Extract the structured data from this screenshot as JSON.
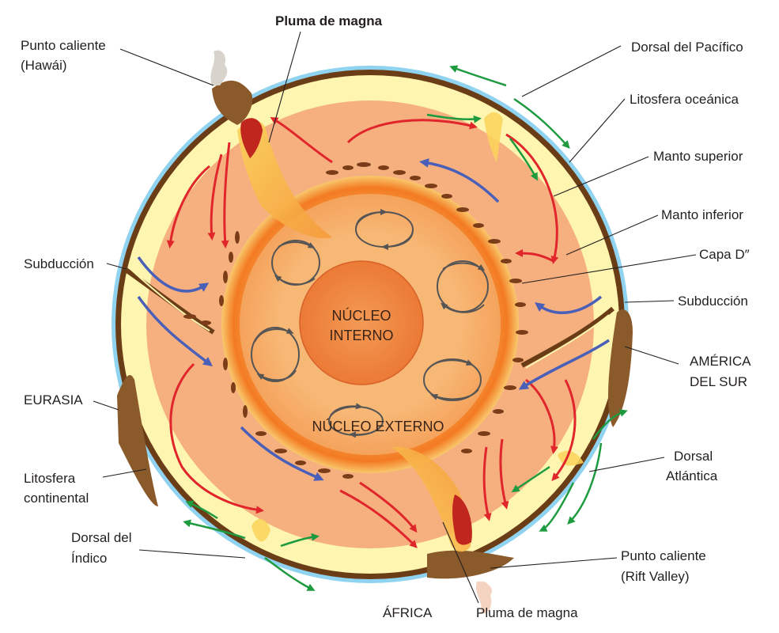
{
  "labels": {
    "punto_caliente_hawai_1": "Punto caliente",
    "punto_caliente_hawai_2": "(Hawái)",
    "pluma_top": "Pluma de magna",
    "dorsal_pacifico": "Dorsal del Pacífico",
    "litosfera_oceanica": "Litosfera oceánica",
    "manto_superior": "Manto superior",
    "manto_inferior": "Manto inferior",
    "capa_d": "Capa D″",
    "subduccion_left": "Subducción",
    "subduccion_right": "Subducción",
    "america_1": "AMÉRICA",
    "america_2": "DEL SUR",
    "eurasia": "EURASIA",
    "litosfera_continental_1": "Litosfera",
    "litosfera_continental_2": "continental",
    "dorsal_atlantica_1": "Dorsal",
    "dorsal_atlantica_2": "Atlántica",
    "dorsal_indico_1": "Dorsal del",
    "dorsal_indico_2": "Índico",
    "punto_caliente_rift_1": "Punto caliente",
    "punto_caliente_rift_2": "(Rift Valley)",
    "africa": "ÁFRICA",
    "pluma_bottom": "Pluma de magna",
    "nucleo_interno_1": "NÚCLEO",
    "nucleo_interno_2": "INTERNO",
    "nucleo_externo": "NÚCLEO EXTERNO"
  },
  "colors": {
    "ocean_blue": "#8fd3f0",
    "crust_brown": "#6b3d16",
    "continent_brown": "#8a5a2b",
    "upper_mantle": "#fdf5b0",
    "lower_mantle": "#f6b07f",
    "d_layer": "#f58a3a",
    "outer_core": "#f7b775",
    "inner_core": "#f0843f",
    "hot_arrow": "#e0252b",
    "cold_arrow": "#4a5fb8",
    "plate_arrow": "#1e9a3f",
    "core_arrow": "#555555"
  },
  "icons": {
    "red_arrow": "arrow-convection-hot",
    "blue_arrow": "arrow-convection-cold",
    "green_arrow": "arrow-plate-motion",
    "grey_arrow": "arrow-core-circulation"
  }
}
